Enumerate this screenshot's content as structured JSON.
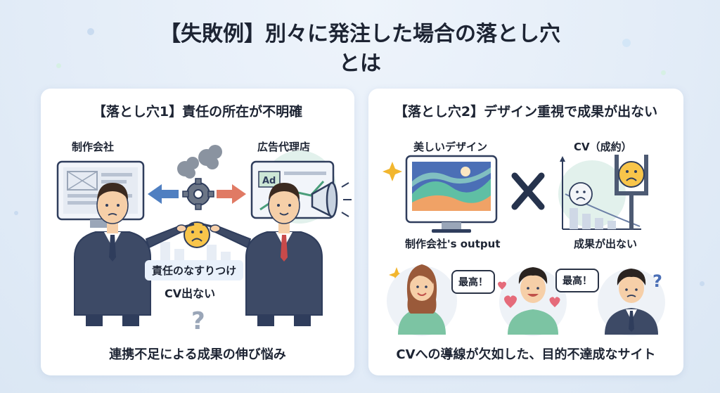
{
  "title_line1": "【失敗例】別々に発注した場合の落とし穴",
  "title_line2": "とは",
  "panel1": {
    "title": "【落とし穴1】責任の所在が不明確",
    "left_label": "制作会社",
    "right_label": "広告代理店",
    "ad_text": "Ad",
    "badge1": "責任のなすりつけ",
    "badge2": "CV出ない",
    "footer": "連携不足による成果の伸び悩み"
  },
  "panel2": {
    "title": "【落とし穴2】デザイン重視で成果が出ない",
    "design_label": "美しいデザイン",
    "cv_label": "CV（成約）",
    "monitor_caption": "制作会社's output",
    "cv_caption": "成果が出ない",
    "bubble1": "最高！",
    "bubble2": "最高！",
    "footer": "CVへの導線が欠如した、目的不達成なサイト"
  },
  "colors": {
    "navy": "#2f3d5c",
    "skin": "#f6cfa8",
    "hair": "#3b2a20",
    "red_arrow": "#e07a64",
    "blue_arrow": "#4f7fc1",
    "yellow_face": "#f8c54a",
    "accent_green": "#cfe7e0"
  },
  "icons": [
    "gear-icon",
    "smoke-icon",
    "arrow-left-icon",
    "arrow-right-icon",
    "sad-face-icon",
    "question-icon",
    "megaphone-icon",
    "sparkle-icon",
    "cross-icon",
    "heart-icon"
  ]
}
